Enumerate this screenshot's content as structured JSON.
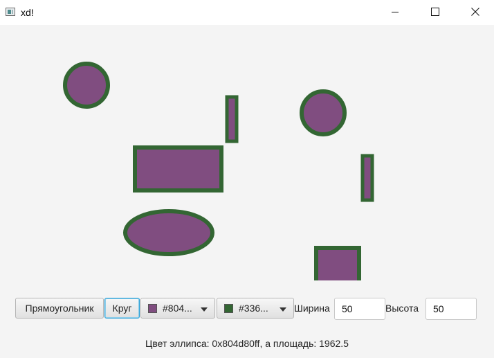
{
  "window": {
    "title": "xd!"
  },
  "canvas": {
    "fill_color": "#804d80",
    "stroke_color": "#336633",
    "shapes": [
      {
        "type": "circle"
      },
      {
        "type": "rectangle"
      },
      {
        "type": "rectangle"
      },
      {
        "type": "ellipse"
      },
      {
        "type": "circle"
      },
      {
        "type": "rectangle"
      },
      {
        "type": "rectangle"
      }
    ]
  },
  "toolbar": {
    "rectangle_label": "Прямоугольник",
    "circle_label": "Круг",
    "fill_picker": {
      "value": "#804...",
      "color": "#804d80"
    },
    "stroke_picker": {
      "value": "#336...",
      "color": "#336633"
    },
    "width_label": "Ширина",
    "width_value": "50",
    "height_label": "Высота",
    "height_value": "50"
  },
  "status": {
    "text": "Цвет эллипса: 0x804d80ff, а площадь: 1962.5"
  }
}
